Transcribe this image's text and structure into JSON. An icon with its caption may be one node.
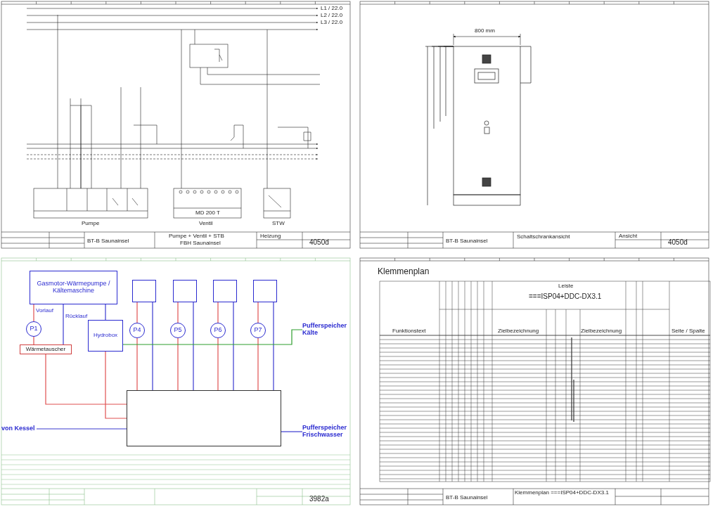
{
  "diagram": {
    "nodes": [
      {
        "text": [
          "Gasmotor-Wärmepumpe / Kältemaschine"
        ]
      },
      {
        "text": [],
        "shape": "box"
      },
      {
        "text": [],
        "shape": "box"
      },
      {
        "text": [],
        "shape": "box"
      },
      {
        "text": [],
        "shape": "box"
      },
      {
        "text": [
          "P1"
        ]
      },
      {
        "text": [
          "P4"
        ]
      },
      {
        "text": [
          "P5"
        ]
      },
      {
        "text": [
          "P6"
        ]
      },
      {
        "text": [
          "P7"
        ]
      },
      {
        "text": [
          "Hydrobox"
        ]
      },
      {
        "text": [
          "Wärmetauscher"
        ]
      },
      {
        "text": [],
        "shape": "box"
      },
      {
        "text": [
          "von Kessel"
        ]
      },
      {
        "text": [
          "Pufferspeicher Kälte"
        ]
      },
      {
        "text": [
          "Pufferspeicher Frischwasser"
        ]
      }
    ],
    "edges": [
      {
        "from": 0,
        "to": 5,
        "arrow": "none",
        "label": "Vorlauf"
      },
      {
        "from": 5,
        "to": 11,
        "arrow": "none"
      },
      {
        "from": 0,
        "to": 11,
        "arrow": "none",
        "label": "Rücklauf",
        "color": "#3a3ad0"
      },
      {
        "from": 6,
        "to": 1,
        "arrow": "none"
      },
      {
        "from": 7,
        "to": 2,
        "arrow": "none"
      },
      {
        "from": 8,
        "to": 3,
        "arrow": "none"
      },
      {
        "from": 9,
        "to": 4,
        "arrow": "none"
      },
      {
        "from": 12,
        "to": 6,
        "arrow": "none"
      },
      {
        "from": 12,
        "to": 7,
        "arrow": "none"
      },
      {
        "from": 12,
        "to": 8,
        "arrow": "none"
      },
      {
        "from": 12,
        "to": 9,
        "arrow": "none"
      },
      {
        "from": 1,
        "to": 12,
        "arrow": "none",
        "color": "#3a3ad0"
      },
      {
        "from": 2,
        "to": 12,
        "arrow": "none",
        "color": "#3a3ad0"
      },
      {
        "from": 3,
        "to": 12,
        "arrow": "none",
        "color": "#3a3ad0"
      },
      {
        "from": 4,
        "to": 12,
        "arrow": "none",
        "color": "#3a3ad0"
      },
      {
        "from": 0,
        "to": 10,
        "arrow": "none",
        "color": "#3a3ad0"
      },
      {
        "from": 10,
        "to": 12,
        "arrow": "none"
      },
      {
        "from": 11,
        "to": 12,
        "arrow": "none"
      },
      {
        "from": 13,
        "to": 12,
        "arrow": "none",
        "color": "#3a3ad0"
      },
      {
        "from": 12,
        "to": 15,
        "arrow": "none",
        "color": "#3a3ad0"
      },
      {
        "from": 10,
        "to": 14,
        "arrow": "none",
        "color": "#2e9e2e"
      }
    ],
    "labels": [
      "L1 / 22.0",
      "L2 / 22.0",
      "L3 / 22.0",
      "MD 200 T",
      "Pumpe",
      "Ventil",
      "STW",
      "BT-B Saunainsel",
      "Pumpe + Ventil + STB",
      "FBH Saunainsel",
      "Heizung",
      "4050d",
      "800 mm",
      "BT-B Saunainsel",
      "Schaltschrankansicht",
      "Ansicht",
      "4050d",
      "3982a",
      "Klemmenplan",
      "Leiste",
      "===ISP04+DDC-DX3.1",
      "Funktionstext",
      "Zielbezeichnung",
      "Zielbezeichnung",
      "Seite / Spalte",
      "BT-B Saunainsel",
      "Klemmenplan ===ISP04+DDC-DX3.1"
    ]
  }
}
